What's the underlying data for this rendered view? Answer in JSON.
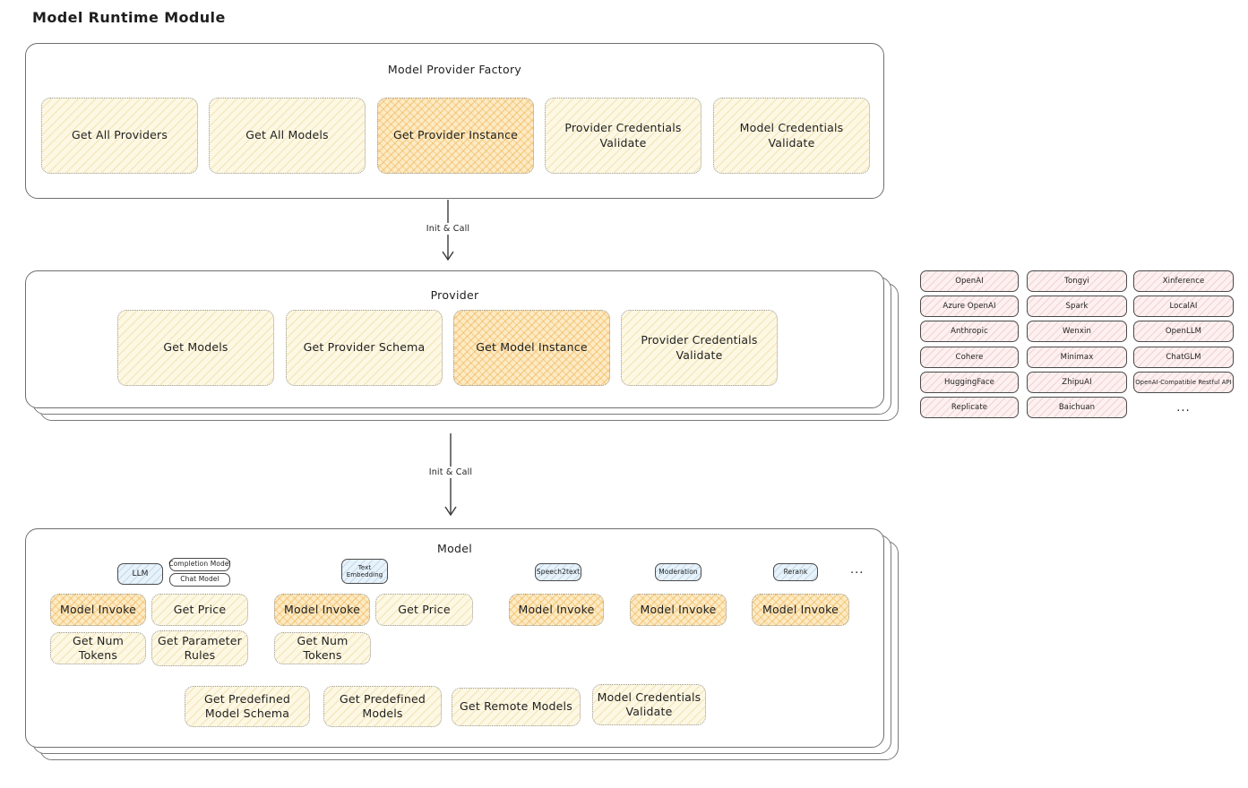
{
  "title": "Model Runtime Module",
  "colors": {
    "yellow_fill": "#fdf8e4",
    "orange_fill": "#fcebc4",
    "pink_fill": "#fdf0f0",
    "blue_fill": "#e8f2fa",
    "border_gray": "#6f6f6f",
    "text": "#1e1e1e"
  },
  "connections": [
    {
      "label": "Init & Call"
    },
    {
      "label": "Init & Call"
    }
  ],
  "factory": {
    "title": "Model Provider Factory",
    "buttons": [
      {
        "label": "Get All Providers",
        "highlight": false
      },
      {
        "label": "Get All Models",
        "highlight": false
      },
      {
        "label": "Get Provider Instance",
        "highlight": true
      },
      {
        "label": "Provider Credentials Validate",
        "highlight": false
      },
      {
        "label": "Model Credentials Validate",
        "highlight": false
      }
    ]
  },
  "provider": {
    "title": "Provider",
    "buttons": [
      {
        "label": "Get Models",
        "highlight": false
      },
      {
        "label": "Get Provider Schema",
        "highlight": false
      },
      {
        "label": "Get Model Instance",
        "highlight": true
      },
      {
        "label": "Provider Credentials Validate",
        "highlight": false
      }
    ]
  },
  "providers_grid": {
    "columns": [
      [
        "OpenAI",
        "Azure OpenAI",
        "Anthropic",
        "Cohere",
        "HuggingFace",
        "Replicate"
      ],
      [
        "Tongyi",
        "Spark",
        "Wenxin",
        "Minimax",
        "ZhipuAI",
        "Baichuan"
      ],
      [
        "Xinference",
        "LocalAI",
        "OpenLLM",
        "ChatGLM",
        "OpenAI-Compatible Restful API"
      ]
    ],
    "ellipsis": "..."
  },
  "model": {
    "title": "Model",
    "ellipsis": "...",
    "tags": {
      "llm": "LLM",
      "completion": "Completion Model",
      "chat": "Chat Model",
      "text_embedding": "Text Embedding",
      "speech2text": "Speech2text",
      "moderation": "Moderation",
      "rerank": "Rerank"
    },
    "llm_buttons": [
      "Model Invoke",
      "Get Price",
      "Get Num Tokens",
      "Get Parameter Rules"
    ],
    "embedding_buttons": [
      "Model Invoke",
      "Get Price",
      "Get Num Tokens"
    ],
    "speech2text_buttons": [
      "Model Invoke"
    ],
    "moderation_buttons": [
      "Model Invoke"
    ],
    "rerank_buttons": [
      "Model Invoke"
    ],
    "bottom_buttons": [
      "Get Predefined Model Schema",
      "Get Predefined Models",
      "Get Remote Models",
      "Model Credentials Validate"
    ]
  }
}
